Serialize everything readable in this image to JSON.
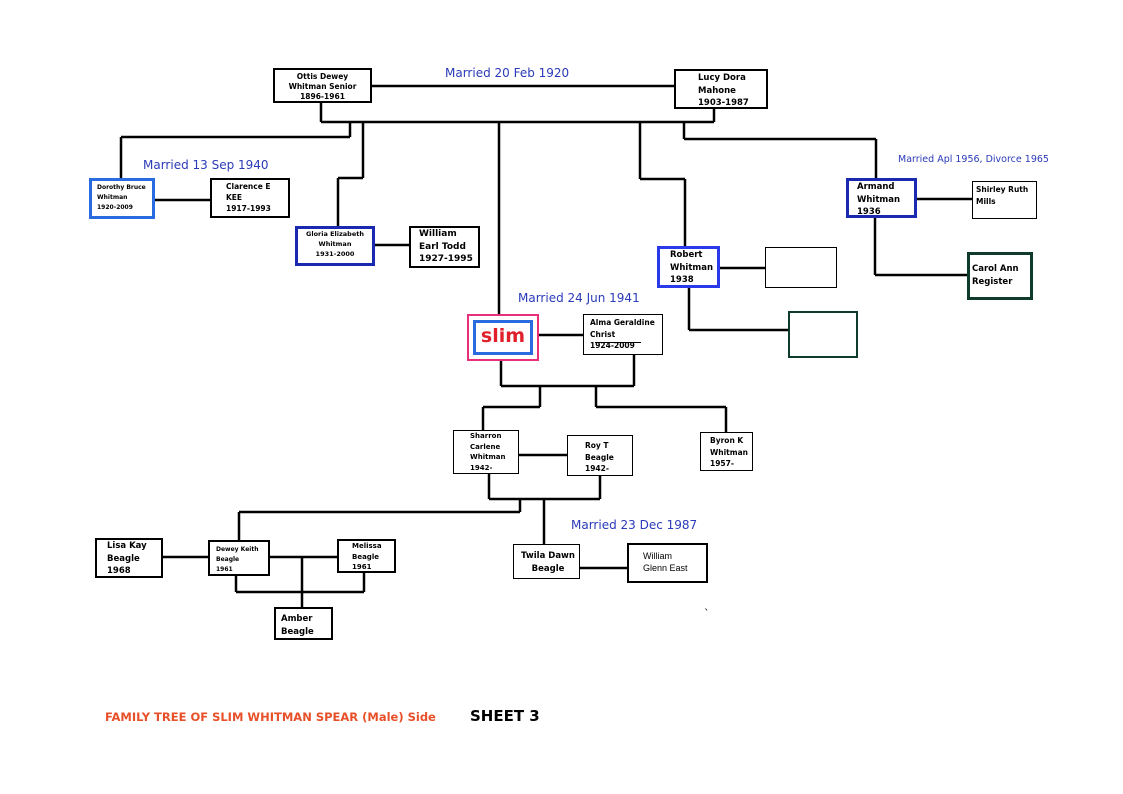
{
  "labels": {
    "marriage_otis_lucy": "Married 20 Feb 1920",
    "marriage_dorothy": "Married 13 Sep 1940",
    "marriage_armand": "Married Apl 1956, Divorce 1965",
    "marriage_slim": "Married 24 Jun 1941",
    "marriage_twila": "Married 23 Dec 1987",
    "stray_mark": "`"
  },
  "people": {
    "otis": "Ottis Dewey\nWhitman Senior\n1896-1961",
    "lucy": "Lucy Dora\nMahone\n1903-1987",
    "dorothy": "Dorothy Bruce\nWhitman\n1920-2009",
    "clarence": "Clarence E\nKEE\n1917-1993",
    "gloria": "Gloria Elizabeth\nWhitman\n1931-2000",
    "william_todd": "William\nEarl Todd\n1927-1995",
    "armand": "Armand\nWhitman\n1936",
    "shirley": "Shirley Ruth\nMills",
    "robert": "Robert\nWhitman\n1938",
    "carol": "Carol Ann\nRegister",
    "slim": "slim",
    "alma": "Alma Geraldine\nChrist\n1924-2009",
    "sharron": "Sharron\nCarlene\nWhitman\n1942-",
    "roy": "Roy T\nBeagle\n1942-",
    "byron": "Byron K\nWhitman\n1957-",
    "lisa": "Lisa Kay\nBeagle\n1968",
    "dewey": "Dewey Keith\nBeagle\n1961",
    "melissa": "Melissa\nBeagle\n1961",
    "amber": "Amber\nBeagle",
    "twila": "Twila Dawn\nBeagle",
    "william_east": "William\nGlenn East",
    "robert_spouse_1": "",
    "robert_spouse_2": ""
  },
  "footer": {
    "title": "FAMILY TREE OF SLIM WHITMAN SPEAR (Male) Side",
    "sheet": "SHEET 3"
  },
  "colors": {
    "line": "#000000",
    "label_blue": "#2a3ab8",
    "footer_red": "#e8502a",
    "slim_pink": "#e8307a",
    "slim_red": "#e0202a",
    "box_blue_light": "#2a6be0",
    "box_blue_dark": "#1a2ab0",
    "box_green": "#0f3a2e"
  }
}
